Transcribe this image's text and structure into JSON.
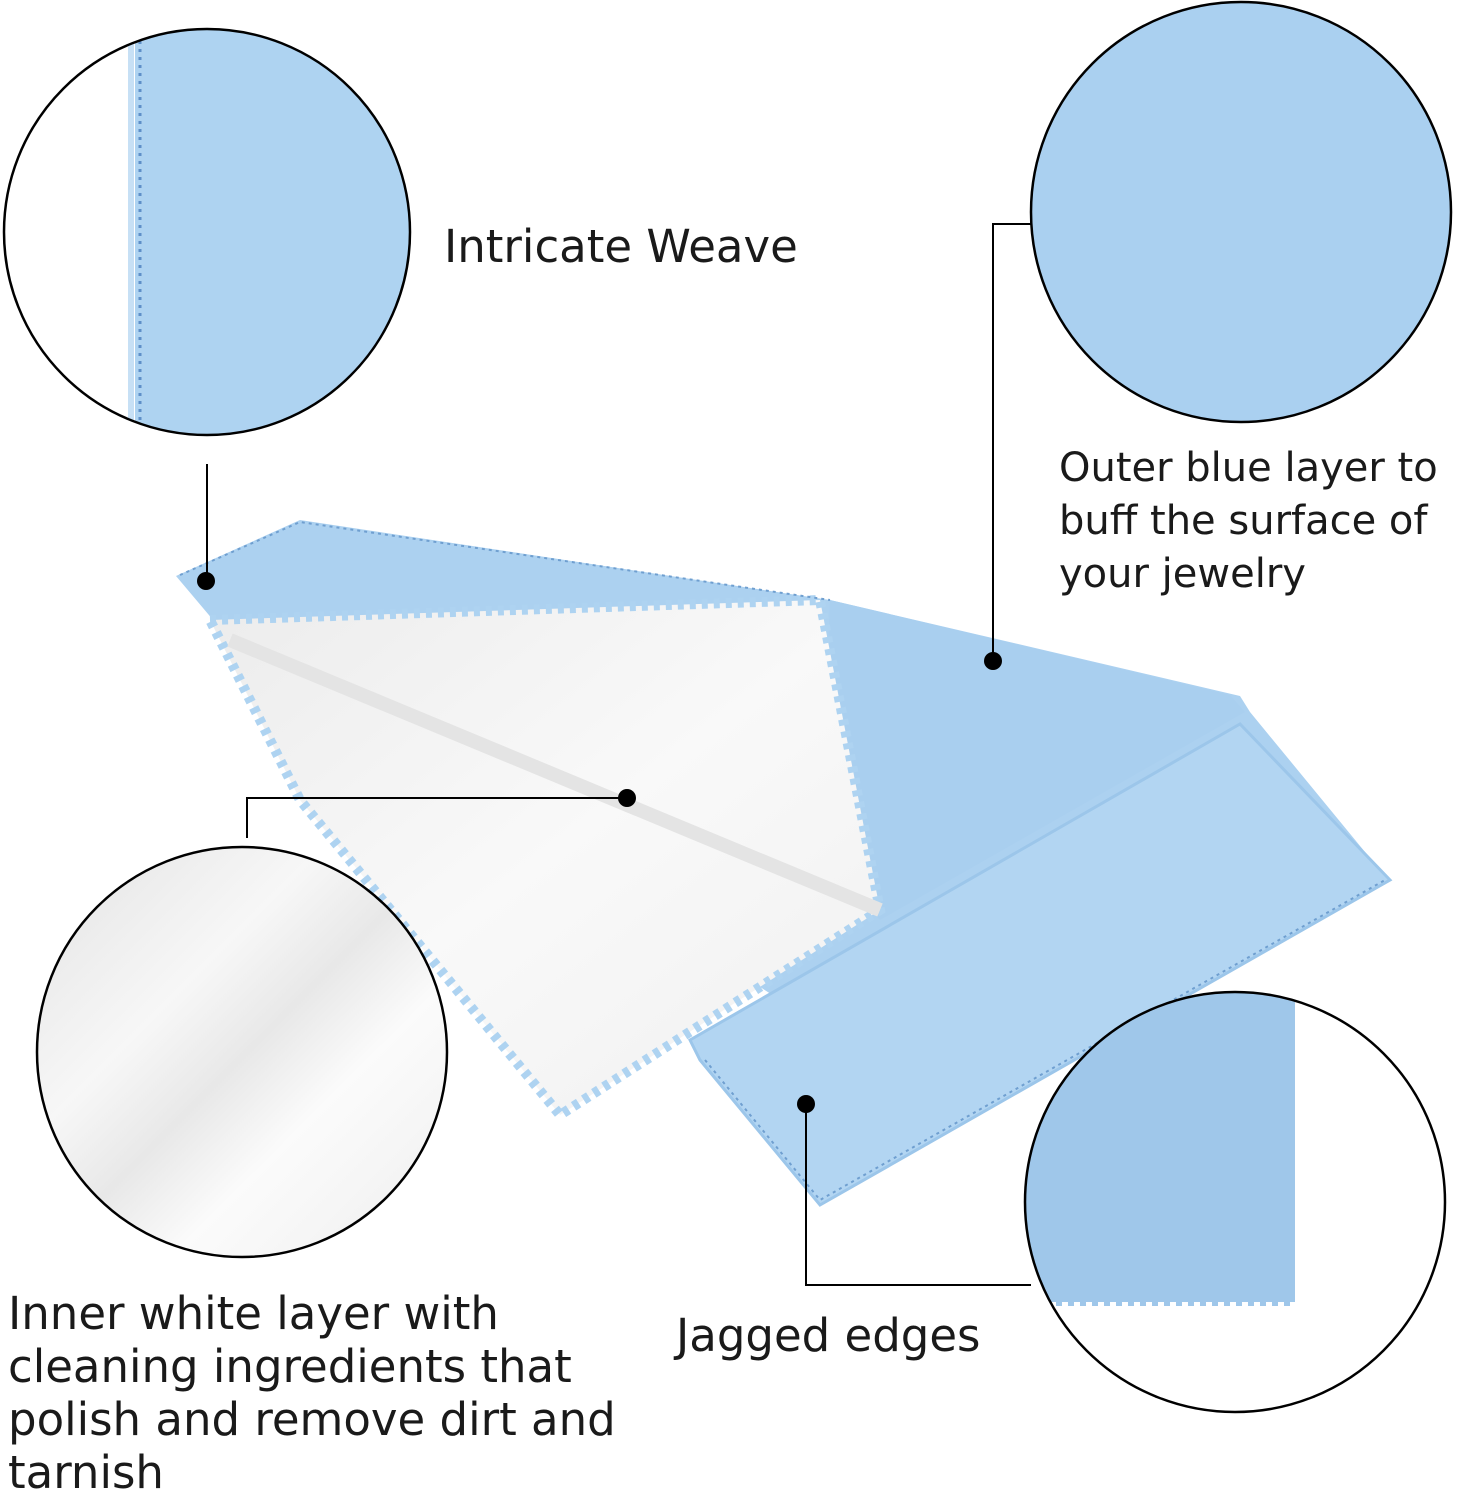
{
  "captions": {
    "intricate_weave": "Intricate Weave",
    "outer_blue_layer": "Outer blue layer to buff the surface of your jewelry",
    "inner_white_layer": "Inner white layer with cleaning ingredients that polish and remove dirt and tarnish",
    "jagged_edges": "Jagged edges"
  },
  "colors": {
    "cloth_blue": "#aed3f1",
    "cloth_blue_dark": "#9cc6ea",
    "cloth_white": "#f6f6f6",
    "edge_stitch": "#6f9fd0",
    "callout_line": "#000000",
    "circle_outline": "#000000",
    "text": "#1a1a1a"
  }
}
